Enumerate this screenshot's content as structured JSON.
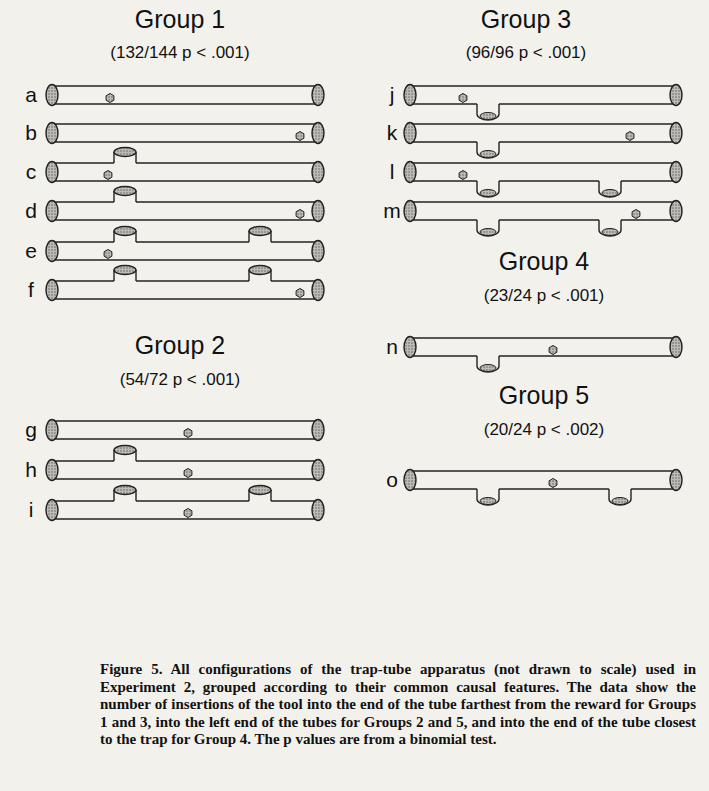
{
  "diagram": {
    "caption": "Figure 5. All configurations of the trap-tube apparatus (not drawn to scale) used in Experiment 2, grouped according to their common causal features. The data show the number of insertions of the tool into the end of the tube farthest from the reward for Groups 1 and 3, into the left end of the tubes for Groups 2 and 5, and into the end of the tube closest to the trap for Group 4. The p values are from a binomial test.",
    "labels": [
      "Group 1",
      "(132/144 p < .001)",
      "a",
      "b",
      "c",
      "d",
      "e",
      "f",
      "Group 2",
      "(54/72 p < .001)",
      "g",
      "h",
      "i",
      "Group 3",
      "(96/96 p < .001)",
      "j",
      "k",
      "l",
      "m",
      "Group 4",
      "(23/24 p < .001)",
      "n",
      "Group 5",
      "(20/24 p < .002)",
      "o"
    ]
  }
}
